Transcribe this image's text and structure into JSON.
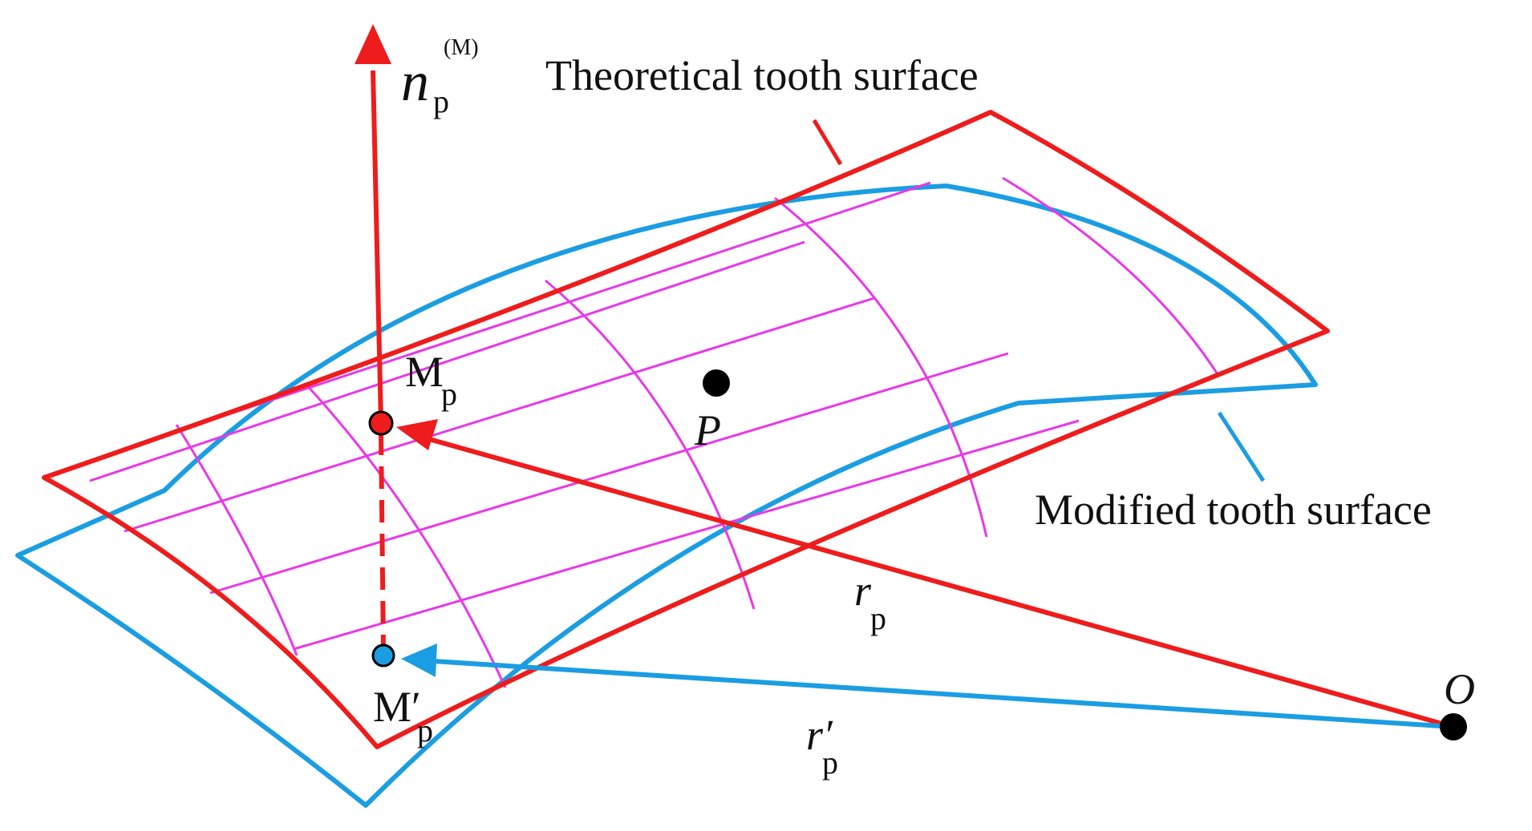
{
  "labels": {
    "normal_vector": "n",
    "normal_vector_sub": "p",
    "normal_vector_sup": "(M)",
    "theoretical_surface": "Theoretical tooth surface",
    "modified_surface": "Modified tooth surface",
    "point_mp": "M",
    "point_mp_sub": "p",
    "point_p": "P",
    "point_mp_prime": "M′",
    "point_mp_prime_sub": "p",
    "vector_rp": "r",
    "vector_rp_sub": "p",
    "vector_rp_prime": "r′",
    "vector_rp_prime_sub": "p",
    "origin": "O"
  },
  "colors": {
    "theoretical": "#ee1c1c",
    "modified": "#1b9de2",
    "grid": "#e838e8",
    "point": "#000000",
    "text": "#111111"
  }
}
